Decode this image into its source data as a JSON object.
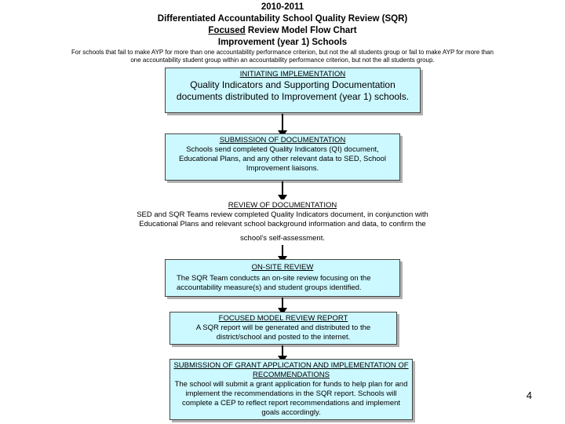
{
  "header": {
    "year": "2010-2011",
    "line2": "Differentiated Accountability School Quality Review (SQR)",
    "line3_underlined": "Focused",
    "line3_rest": " Review Model Flow Chart",
    "line4": "Improvement (year 1) Schools"
  },
  "note": "For schools that fail to make AYP for more than one accountability performance criterion, but not the all students group or fail to make AYP for more than one accountability student group within an accountability performance criterion, but not the all students group.",
  "steps": [
    {
      "heading": "INITIATING IMPLEMENTATION",
      "body": "Quality Indicators and Supporting Documentation documents distributed to Improvement (year 1) schools."
    },
    {
      "heading": "SUBMISSION OF DOCUMENTATION",
      "body": "Schools send completed Quality Indicators (QI) document, Educational Plans, and any other relevant data to SED, School Improvement liaisons."
    },
    {
      "heading": "REVIEW OF DOCUMENTATION",
      "body": "SED and SQR Teams review completed Quality Indicators document, in conjunction with Educational Plans and relevant school background information and data, to confirm the",
      "tail": "school's self-assessment."
    },
    {
      "heading": "ON-SITE REVIEW",
      "body": "The SQR Team conducts an on-site review focusing on the accountability measure(s) and student groups identified."
    },
    {
      "heading": "FOCUSED MODEL REVIEW REPORT",
      "body": "A SQR report will be generated and distributed to the district/school and posted to the internet."
    },
    {
      "heading": "SUBMISSION OF GRANT APPLICATION AND IMPLEMENTATION OF RECOMMENDATIONS",
      "body": "The school will submit a grant application for funds to help plan for and implement the recommendations in the SQR report. Schools will complete a CEP to reflect report recommendations and implement goals accordingly."
    }
  ],
  "page_number": "4"
}
